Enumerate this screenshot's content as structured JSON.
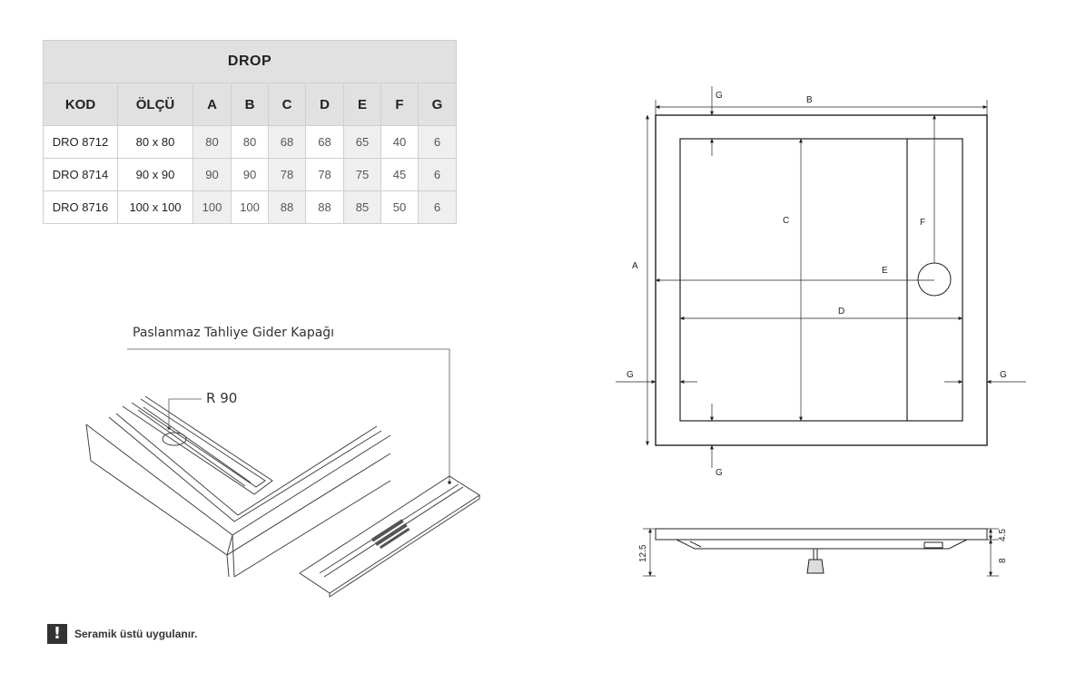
{
  "table": {
    "title": "DROP",
    "headers": [
      "KOD",
      "ÖLÇÜ",
      "A",
      "B",
      "C",
      "D",
      "E",
      "F",
      "G"
    ],
    "rows": [
      [
        "DRO 8712",
        "80 x 80",
        "80",
        "80",
        "68",
        "68",
        "65",
        "40",
        "6"
      ],
      [
        "DRO 8714",
        "90 x 90",
        "90",
        "90",
        "78",
        "78",
        "75",
        "45",
        "6"
      ],
      [
        "DRO 8716",
        "100 x 100",
        "100",
        "100",
        "88",
        "88",
        "85",
        "50",
        "6"
      ]
    ]
  },
  "iso": {
    "caption": "Paslanmaz Tahliye Gider Kapağı",
    "radius_label": "R 90"
  },
  "plan": {
    "labels": {
      "a": "A",
      "b": "B",
      "c": "C",
      "d": "D",
      "e": "E",
      "f": "F",
      "g": "G"
    }
  },
  "side": {
    "dim_total": "12.5",
    "dim_top": "4.5",
    "dim_bottom": "8"
  },
  "note": {
    "icon": "exclamation-icon",
    "icon_glyph": "!",
    "text": "Seramik üstü uygulanır."
  }
}
